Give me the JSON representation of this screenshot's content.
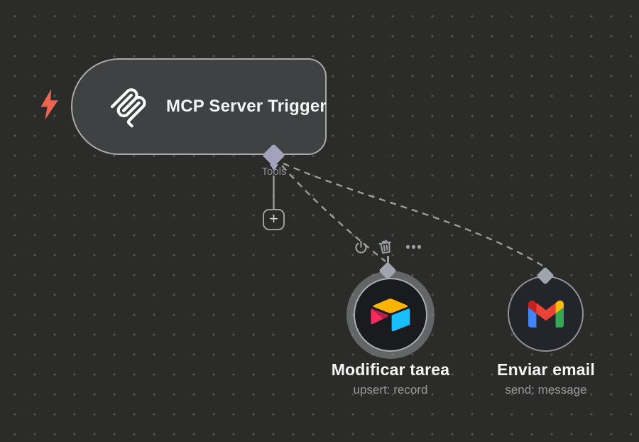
{
  "canvas": {
    "background_color": "#2b2c2a",
    "dot_color": "#55564e"
  },
  "trigger_node": {
    "title": "MCP Server Trigger",
    "icon": "mcp-logo-icon",
    "status_icon": "lightning-bolt-icon",
    "status_color": "#ef6351",
    "fill_color": "#3f4143",
    "border_color": "#a8a8a8",
    "output": {
      "label": "Tools"
    }
  },
  "add_tool_button": {
    "glyph": "+"
  },
  "node_toolbar": {
    "icons": [
      "power-icon",
      "trash-icon",
      "ellipsis-icon"
    ]
  },
  "tool_nodes": [
    {
      "title": "Modificar tarea",
      "subtitle": "upsert: record",
      "icon": "airtable-logo-icon",
      "selected": true
    },
    {
      "title": "Enviar email",
      "subtitle": "send: message",
      "icon": "gmail-logo-icon",
      "selected": false
    }
  ],
  "colors": {
    "connector_diamond": "#a3a2ba",
    "wire": "#9b9b9b",
    "title_text": "#f4f4f4",
    "muted_text": "#97999c",
    "airtable_yellow": "#FCB400",
    "airtable_pink": "#F82B60",
    "airtable_blue": "#18BFFF",
    "gmail_red": "#EA4335",
    "gmail_blue": "#4285F4",
    "gmail_green": "#34A853",
    "gmail_yellow": "#FBBC04"
  }
}
